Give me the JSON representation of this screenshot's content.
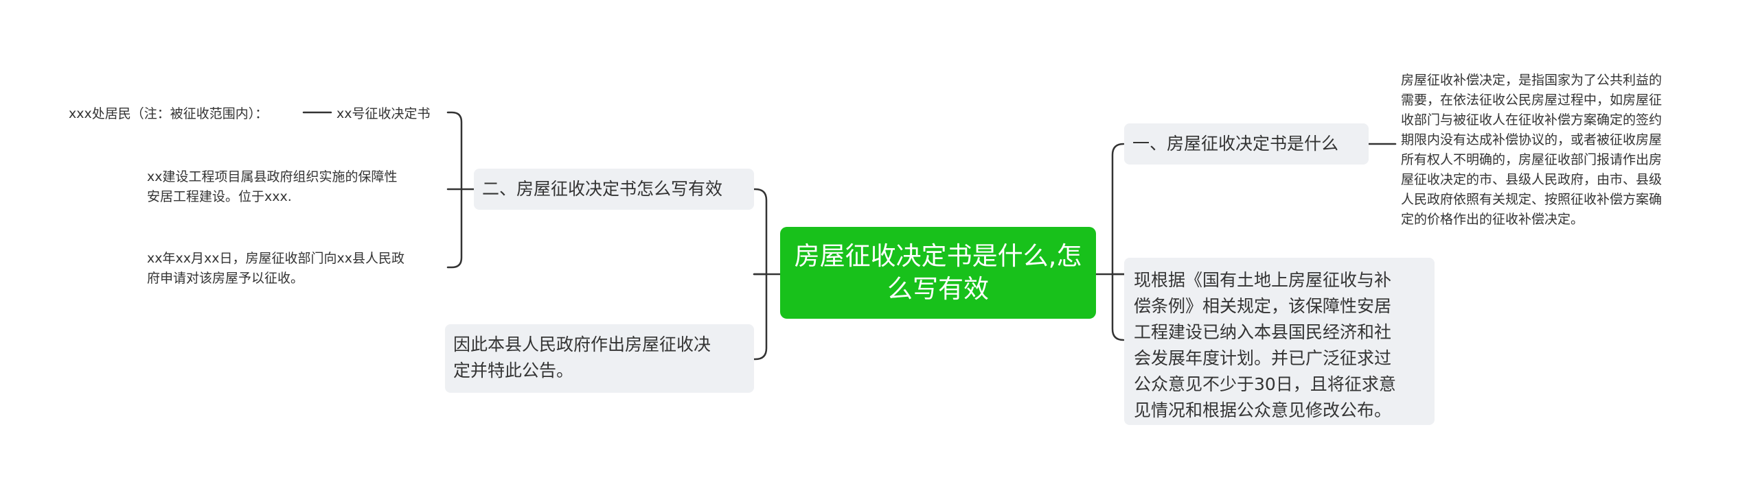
{
  "colors": {
    "root_fill": "#18c11b",
    "box_fill": "#eef0f3",
    "link": "#333333",
    "text": "#333333"
  },
  "root": {
    "text": "房屋征收决定书是什么,怎\n么写有效"
  },
  "right": {
    "branch1": {
      "label": "一、房屋征收决定书是什么",
      "detail": "房屋征收补偿决定，是指国家为了公共利益的\n需要，在依法征收公民房屋过程中，如房屋征\n收部门与被征收人在征收补偿方案确定的签约\n期限内没有达成补偿协议的，或者被征收房屋\n所有权人不明确的，房屋征收部门报请作出房\n屋征收决定的市、县级人民政府，由市、县级\n人民政府依照有关规定、按照征收补偿方案确\n定的价格作出的征收补偿决定。"
    },
    "branch2": {
      "label": "现根据《国有土地上房屋征收与补\n偿条例》相关规定，该保障性安居\n工程建设已纳入本县国民经济和社\n会发展年度计划。并已广泛征求过\n公众意见不少于30日，且将征求意\n见情况和根据公众意见修改公布。"
    }
  },
  "left": {
    "branch1": {
      "label": "二、房屋征收决定书怎么写有效",
      "children": [
        {
          "label": "xx号征收决定书",
          "child": "xxx处居民（注：被征收范围内）："
        },
        {
          "label": "xx建设工程项目属县政府组织实施的保障性\n安居工程建设。位于xxx."
        },
        {
          "label": "xx年xx月xx日，房屋征收部门向xx县人民政\n府申请对该房屋予以征收。"
        }
      ]
    },
    "branch2": {
      "label": "因此本县人民政府作出房屋征收决\n定并特此公告。"
    }
  }
}
